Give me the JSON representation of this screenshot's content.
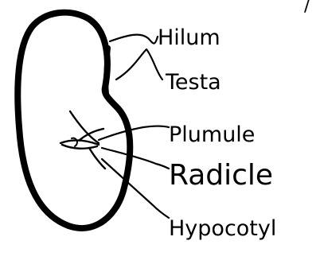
{
  "fragment": "/",
  "labels": {
    "hilum": "Hilum",
    "testa": "Testa",
    "plumule": "Plumule",
    "radicle": "Radicle",
    "hypocotyl": "Hypocotyl"
  }
}
